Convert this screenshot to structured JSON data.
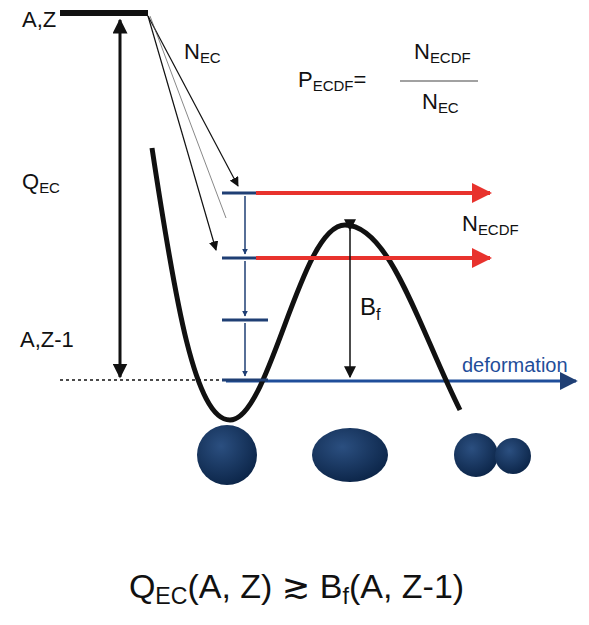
{
  "diagram": {
    "caption": "QEC(A, Z) ≳ Bf(A, Z-1)",
    "labels": [
      "A,Z",
      "NEC",
      "PECDF=",
      "NECDF",
      "NEC",
      "QEC",
      "NECDF",
      "Bf",
      "A,Z-1",
      "deformation"
    ]
  }
}
